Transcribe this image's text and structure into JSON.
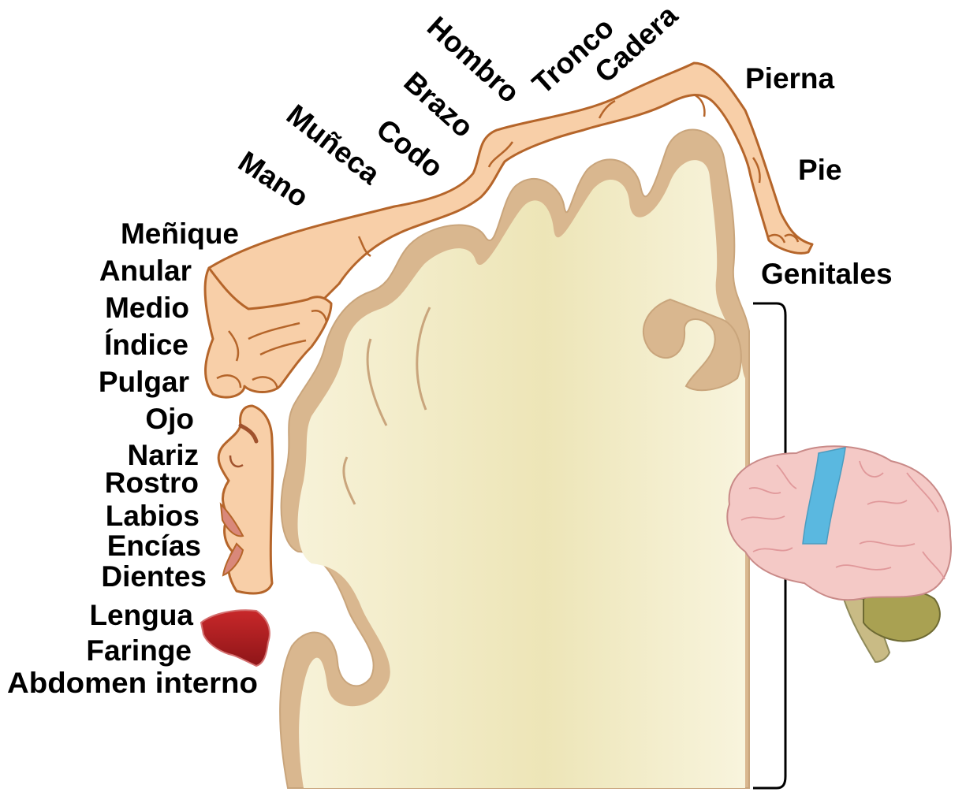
{
  "diagram": {
    "labels": {
      "hand_column": [
        "Meñique",
        "Anular",
        "Medio",
        "Índice",
        "Pulgar"
      ],
      "face_column": [
        "Ojo",
        "Nariz",
        "Rostro",
        "Labios",
        "Encías",
        "Dientes"
      ],
      "mouth_column": [
        "Lengua",
        "Faringe",
        "Abdomen interno"
      ],
      "arm_arc": [
        "Mano",
        "Muñeca",
        "Codo",
        "Brazo",
        "Hombro"
      ],
      "trunk_arc": [
        "Tronco",
        "Cadera"
      ],
      "leg_side": [
        "Pierna",
        "Pie",
        "Genitales"
      ]
    },
    "colors": {
      "cortex_gray": "#d9b78f",
      "white_matter": "#f5f0d2",
      "body_skin": "#f8cfa8",
      "body_outline": "#b5652a",
      "tongue": "#b81f22",
      "brain_pink": "#f4c9c6",
      "motor_strip": "#5ab8e0",
      "cerebellum": "#a9a152",
      "brainstem": "#c9bb85"
    },
    "icons": [
      "homunculus-figure",
      "brain-inset-icon",
      "bracket"
    ]
  }
}
